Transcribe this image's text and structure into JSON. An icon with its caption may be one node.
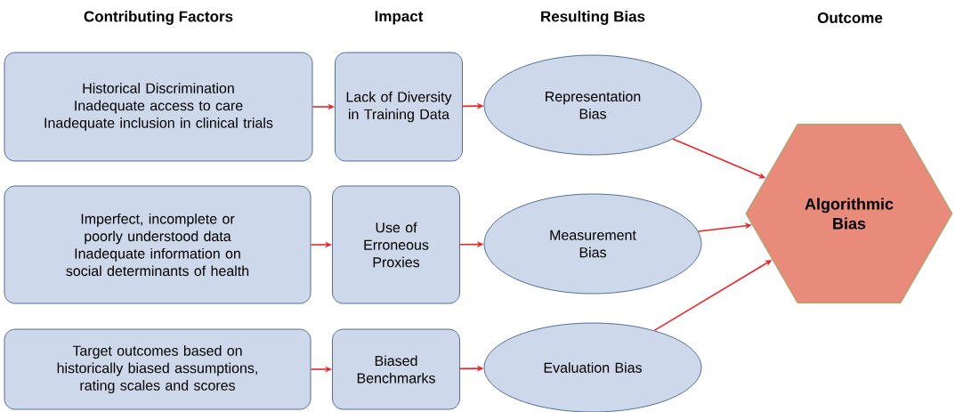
{
  "diagram": {
    "nodes": [
      {
        "text": [
          "Historical Discrimination",
          "Inadequate access to care",
          "Inadequate inclusion in clinical trials"
        ]
      },
      {
        "text": [
          "Lack of Diversity in Training Data"
        ]
      },
      {
        "text": [
          "Representation Bias"
        ]
      },
      {
        "text": [
          "Imperfect, incomplete or poorly understood data",
          "Inadequate information on social determinants of health"
        ]
      },
      {
        "text": [
          "Use of Erroneous Proxies"
        ]
      },
      {
        "text": [
          "Measurement Bias"
        ]
      },
      {
        "text": [
          "Target outcomes based on historically biased assumptions, rating scales and scores"
        ]
      },
      {
        "text": [
          "Biased Benchmarks"
        ]
      },
      {
        "text": [
          "Evaluation Bias"
        ]
      },
      {
        "text": [
          "Algorithmic Bias"
        ]
      }
    ],
    "edges": [
      {
        "from": 0,
        "to": 1,
        "arrow": "to"
      },
      {
        "from": 1,
        "to": 2,
        "arrow": "to"
      },
      {
        "from": 3,
        "to": 4,
        "arrow": "to"
      },
      {
        "from": 4,
        "to": 5,
        "arrow": "to"
      },
      {
        "from": 6,
        "to": 7,
        "arrow": "to"
      },
      {
        "from": 7,
        "to": 8,
        "arrow": "to"
      },
      {
        "from": 2,
        "to": 9,
        "arrow": "to"
      },
      {
        "from": 5,
        "to": 9,
        "arrow": "to"
      },
      {
        "from": 8,
        "to": 9,
        "arrow": "to"
      }
    ],
    "labels": [
      "Contributing Factors",
      "Impact",
      "Resulting Bias",
      "Outcome"
    ]
  }
}
